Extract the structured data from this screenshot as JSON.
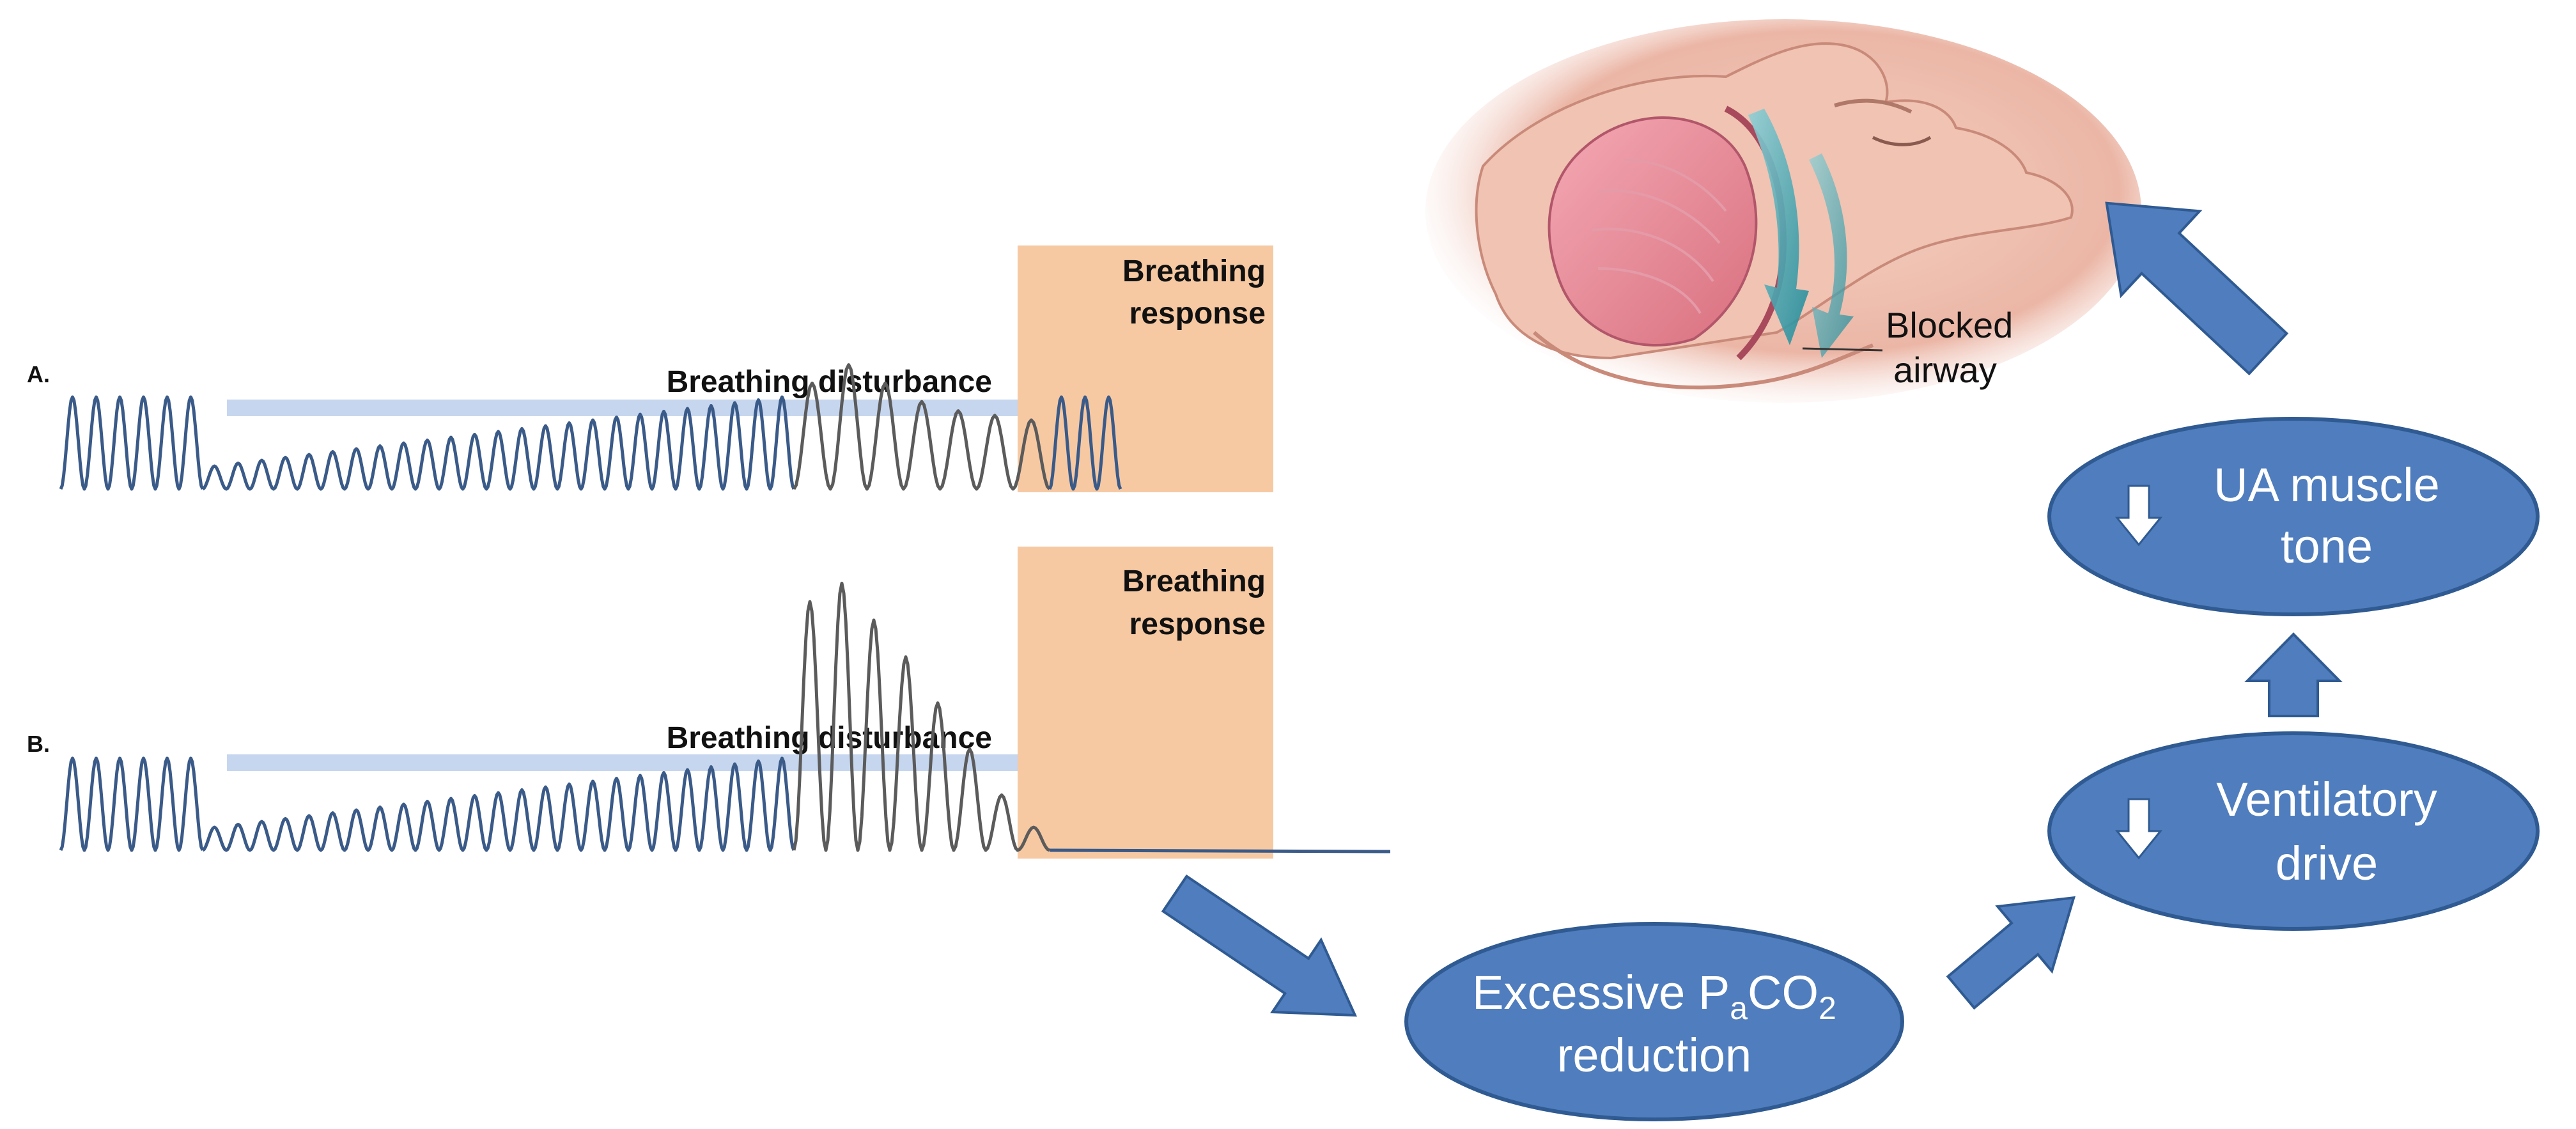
{
  "panels": [
    {
      "id": "A",
      "label": "A.",
      "disturbance_label": "Breathing disturbance",
      "response_label_line1": "Breathing",
      "response_label_line2": "response",
      "trace_segments": [
        {
          "phase": "baseline",
          "cycles": 6,
          "amplitude": 1.0
        },
        {
          "phase": "disturbance",
          "cycles": 25,
          "amplitude_start": 0.25,
          "amplitude_end": 1.0
        },
        {
          "phase": "response",
          "cycles": 7,
          "amplitudes": [
            1.15,
            1.35,
            1.15,
            0.95,
            0.85,
            0.8,
            0.75
          ]
        },
        {
          "phase": "recovery",
          "cycles": 3,
          "amplitude": 1.0
        }
      ]
    },
    {
      "id": "B",
      "label": "B.",
      "disturbance_label": "Breathing disturbance",
      "response_label_line1": "Breathing",
      "response_label_line2": "response",
      "trace_segments": [
        {
          "phase": "baseline",
          "cycles": 6,
          "amplitude": 1.0
        },
        {
          "phase": "disturbance",
          "cycles": 25,
          "amplitude_start": 0.25,
          "amplitude_end": 1.0
        },
        {
          "phase": "response",
          "cycles": 8,
          "amplitudes": [
            2.7,
            2.9,
            2.5,
            2.1,
            1.6,
            1.1,
            0.6,
            0.25
          ]
        },
        {
          "phase": "apnea",
          "cycles": 0,
          "amplitude": 0
        }
      ]
    }
  ],
  "nodes": {
    "paco2": {
      "line1_prefix": "Excessive P",
      "line1_sub1": "a",
      "line1_mid": "CO",
      "line1_sub2": "2",
      "line2": "reduction"
    },
    "ventilatory": {
      "line1": "Ventilatory",
      "line2": "drive",
      "direction": "decrease"
    },
    "ua_muscle": {
      "line1": "UA muscle",
      "line2": "tone",
      "direction": "decrease"
    }
  },
  "illustration": {
    "label_line1": "Blocked",
    "label_line2": "airway"
  },
  "colors": {
    "trace": "#3a5a88",
    "trace_response": "#5b5b5b",
    "disturbance_bar": "#c6d6ee",
    "response_box": "#f6c9a3",
    "node_fill": "#4f7dbd",
    "node_stroke": "#2f5a92",
    "arrow_fill": "#4f7dbd"
  }
}
